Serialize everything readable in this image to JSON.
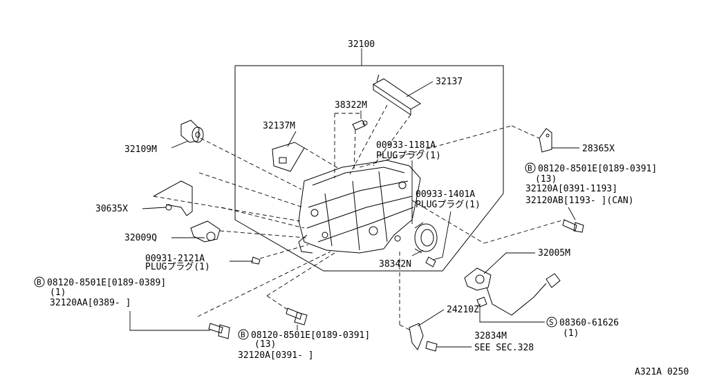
{
  "diagram": {
    "callouts": {
      "p32100": "32100",
      "p32137": "32137",
      "p38322m": "38322M",
      "p32137m": "32137M",
      "p32109m": "32109M",
      "p30635x": "30635X",
      "p32009q": "32009Q",
      "p28365x": "28365X",
      "plug1181_num": "00933-1181A",
      "plug1181_desc": "PLUGプラグ(1)",
      "plug1401_num": "00933-1401A",
      "plug1401_desc": "PLUGプラグ(1)",
      "plug2121_num": "00931-2121A",
      "plug2121_desc": "PLUGプラグ(1)",
      "bolt_r_num": "08120-8501E[0189-0391]",
      "bolt_r_qty": "(13)",
      "bolt_r_alt1": "32120A[0391-1193]",
      "bolt_r_alt2": "32120AB[1193-     ](CAN)",
      "bolt_l_num": "08120-8501E[0189-0389]",
      "bolt_l_qty": "(1)",
      "bolt_l_alt": "32120AA[0389-    ]",
      "bolt_b_num": "08120-8501E[0189-0391]",
      "bolt_b_qty": "(13)",
      "bolt_b_alt": "32120A[0391-     ]",
      "p32005m": "32005M",
      "p38342n": "38342N",
      "p24210z": "24210Z",
      "p32834m": "32834M",
      "see_sec": "SEE SEC.328",
      "screw_num": "08360-61626",
      "screw_qty": "(1)",
      "badge_b": "B",
      "badge_s": "S"
    },
    "footer_code": "A321A 0250"
  }
}
